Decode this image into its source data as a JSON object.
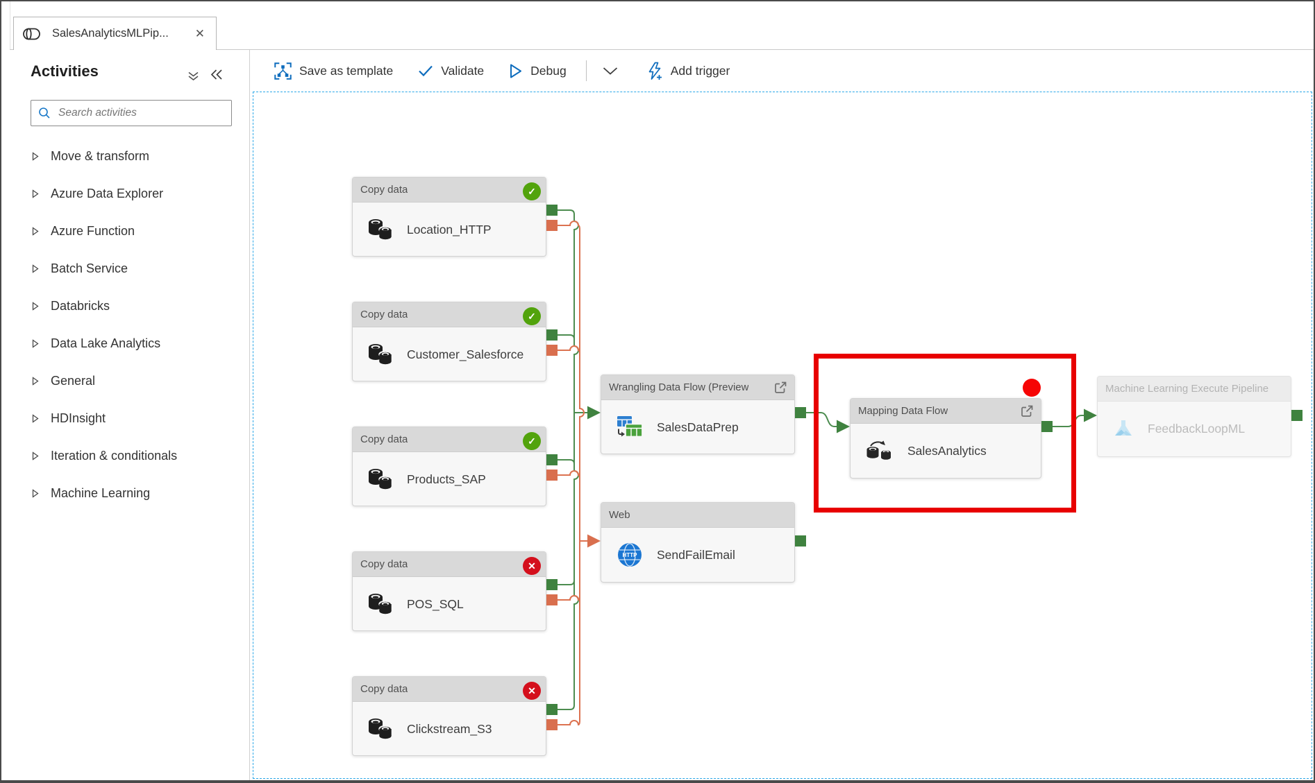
{
  "tab": {
    "title": "SalesAnalyticsMLPip...",
    "close": "✕"
  },
  "sidebar": {
    "title": "Activities",
    "search_placeholder": "Search activities",
    "items": [
      {
        "label": "Move & transform"
      },
      {
        "label": "Azure Data Explorer"
      },
      {
        "label": "Azure Function"
      },
      {
        "label": "Batch Service"
      },
      {
        "label": "Databricks"
      },
      {
        "label": "Data Lake Analytics"
      },
      {
        "label": "General"
      },
      {
        "label": "HDInsight"
      },
      {
        "label": "Iteration & conditionals"
      },
      {
        "label": "Machine Learning"
      }
    ]
  },
  "toolbar": {
    "save_as_template": "Save as template",
    "validate": "Validate",
    "debug": "Debug",
    "add_trigger": "Add trigger"
  },
  "canvas": {
    "copy_nodes": [
      {
        "type": "Copy data",
        "name": "Location_HTTP",
        "status": "success"
      },
      {
        "type": "Copy data",
        "name": "Customer_Salesforce",
        "status": "success"
      },
      {
        "type": "Copy data",
        "name": "Products_SAP",
        "status": "success"
      },
      {
        "type": "Copy data",
        "name": "POS_SQL",
        "status": "error"
      },
      {
        "type": "Copy data",
        "name": "Clickstream_S3",
        "status": "error"
      }
    ],
    "wrangling": {
      "type": "Wrangling Data Flow (Preview",
      "name": "SalesDataPrep"
    },
    "web": {
      "type": "Web",
      "name": "SendFailEmail",
      "icon_label": "HTTP"
    },
    "mapping": {
      "type": "Mapping Data Flow",
      "name": "SalesAnalytics"
    },
    "ml": {
      "type": "Machine Learning Execute Pipeline",
      "name": "FeedbackLoopML"
    }
  },
  "status_glyphs": {
    "success": "✓",
    "error": "✕"
  },
  "colors": {
    "success_green": "#52a30c",
    "error_red": "#d40f1c",
    "connector_green": "#4c8c4f",
    "connector_orange": "#dc7250",
    "port_green": "#3f823f",
    "port_orange": "#d96f4e",
    "accent_blue": "#0d6cbd",
    "annotation_red": "#e80000",
    "canvas_dash_blue": "#2aa7e8"
  }
}
